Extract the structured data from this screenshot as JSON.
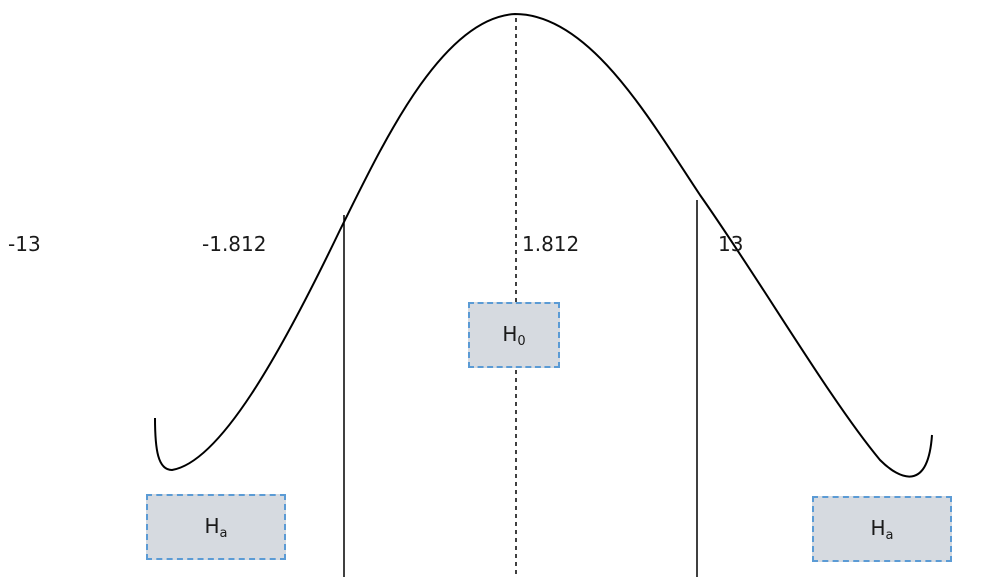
{
  "labels": {
    "left_outer": "-13",
    "left_crit": "-1.812",
    "right_crit": "1.812",
    "right_outer": "13"
  },
  "boxes": {
    "null": {
      "main": "H",
      "sub": "0"
    },
    "alt_left": {
      "main": "H",
      "sub": "a"
    },
    "alt_right": {
      "main": "H",
      "sub": "a"
    }
  },
  "colors": {
    "curve": "#000000",
    "box_fill": "#d6dae0",
    "box_border": "#5b9bd5"
  }
}
